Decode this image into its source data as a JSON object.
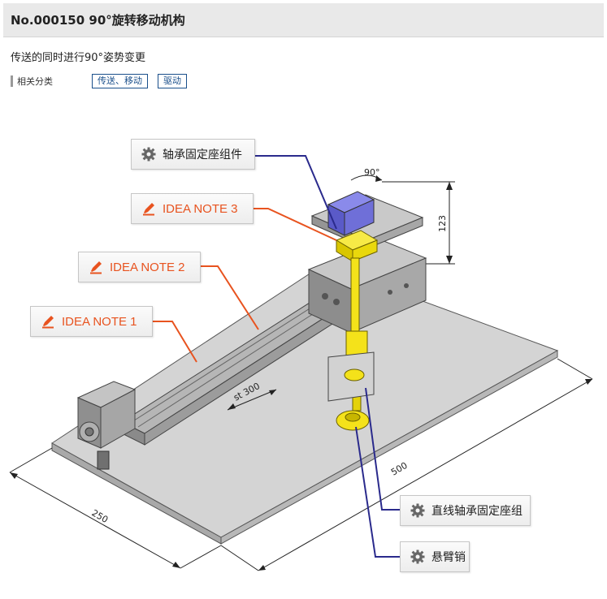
{
  "header": {
    "title": "No.000150 90°旋转移动机构"
  },
  "subtitle": "传送的同时进行90°姿势变更",
  "categories": {
    "label": "相关分类",
    "tags": [
      "传送、移动",
      "驱动"
    ]
  },
  "callouts": {
    "bearing_holder": "轴承固定座组件",
    "idea3": "IDEA NOTE 3",
    "idea2": "IDEA NOTE 2",
    "idea1": "IDEA NOTE 1",
    "linear_bearing": "直线轴承固定座组",
    "cantilever_pin": "悬臂销"
  },
  "dimensions": {
    "rotation": "90°",
    "height": "123",
    "stroke": "st 300",
    "length": "500",
    "width": "250"
  },
  "colors": {
    "accent_blue": "#1a4f8b",
    "note_orange": "#e8531f",
    "leader_orange": "#e8531f",
    "leader_navy": "#2a2a8c",
    "yellow_part": "#f4e21a",
    "purple_block": "#6f6fd8"
  },
  "icons": {
    "gear": "gear-icon",
    "note": "pencil-icon"
  }
}
